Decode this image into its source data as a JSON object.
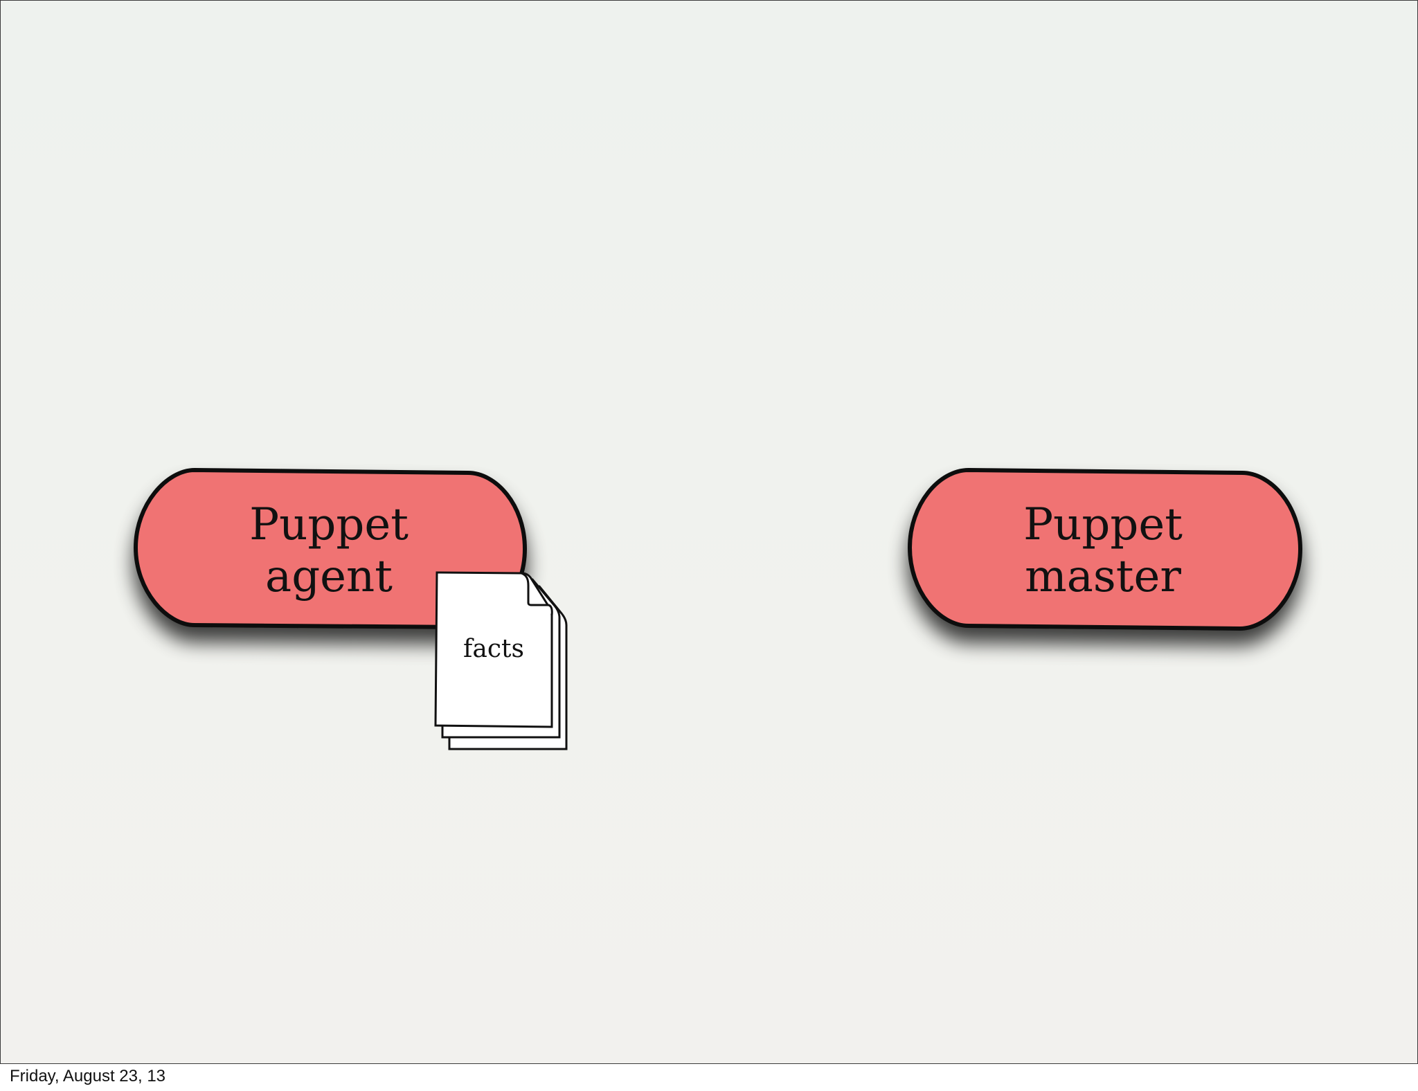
{
  "colors": {
    "node_fill": "#f07373",
    "node_stroke": "#111111",
    "document_fill": "#ffffff",
    "background": "#eff1ed"
  },
  "nodes": {
    "agent": {
      "line1": "Puppet",
      "line2": "agent"
    },
    "master": {
      "line1": "Puppet",
      "line2": "master"
    }
  },
  "document": {
    "label": "facts",
    "icon": "document-stack-icon"
  },
  "footer": {
    "date": "Friday, August 23, 13"
  }
}
